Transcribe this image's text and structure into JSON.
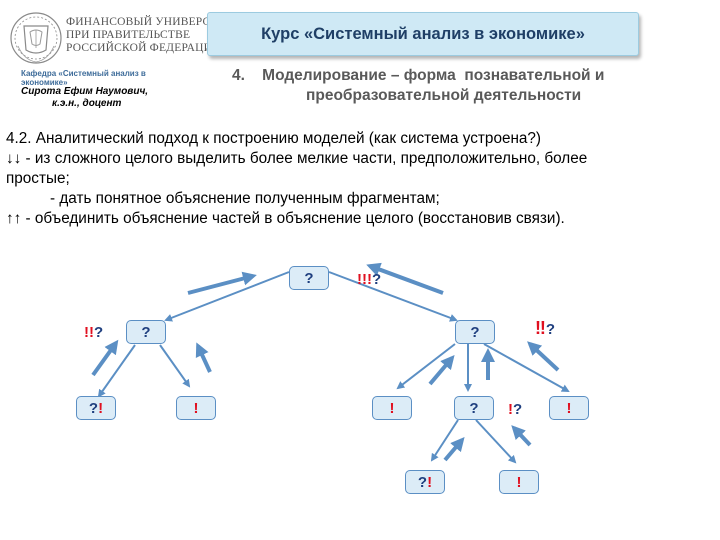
{
  "header": {
    "university_lines": [
      "ФИНАНСОВЫЙ УНИВЕРСИТЕТ",
      "ПРИ ПРАВИТЕЛЬСТВЕ",
      "РОССИЙСКОЙ ФЕДЕРАЦИИ"
    ],
    "course_title": "Курс «Системный анализ в экономике»",
    "department": "Кафедра «Системный анализ в экономике»",
    "author_name": "Сирота Ефим Наумович,",
    "author_degree": "к.э.н., доцент",
    "topic_line1": "4.    Моделирование – форма  познавательной и",
    "topic_line2": "преобразовательной деятельности"
  },
  "content": {
    "line1": "4.2.  Аналитический подход к построению моделей (как система устроена?)",
    "line2": "↓↓ - из сложного целого выделить более мелкие части, предположительно, более",
    "line3": "простые;",
    "line4": "- дать понятное объяснение полученным фрагментам;",
    "line5": "↑↑  - объединить объяснение частей в объяснение целого (восстановив связи)."
  },
  "tree": {
    "root": "?",
    "left": "?",
    "right": "?",
    "ll": {
      "a": "?",
      "b": "!"
    },
    "lr": "!",
    "rl": "!",
    "rm": "?",
    "rr": "!",
    "rml": {
      "a": "?",
      "b": "!"
    },
    "rmr": "!",
    "mark_root": {
      "ex": "!!!",
      "q": "?"
    },
    "mark_left": {
      "ex": "!!",
      "q": "?"
    },
    "mark_right": {
      "ex": "‼",
      "q": "?"
    },
    "mark_rm": {
      "ex": "!",
      "q": "?"
    },
    "colors": {
      "node_fill": "#dcecf7",
      "node_border": "#5b8fc4",
      "line": "#5b8fc4",
      "accent": "#e01020",
      "text": "#1f3f7f"
    }
  }
}
